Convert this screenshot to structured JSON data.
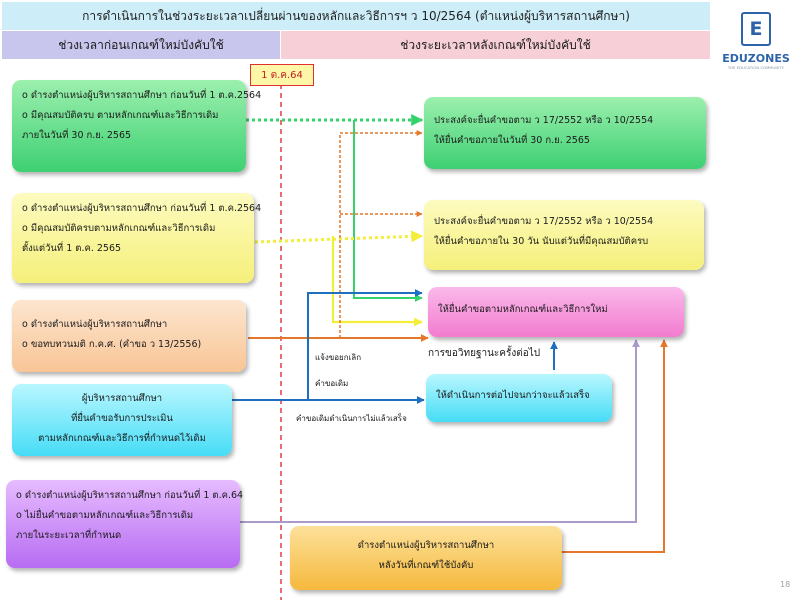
{
  "title": "การดำเนินการในช่วงระยะเวลาเปลี่ยนผ่านของหลักและวิธีการฯ ว 10/2564 (ตำแหน่งผู้บริหารสถานศึกษา)",
  "header": {
    "before": "ช่วงเวลาก่อนเกณฑ์ใหม่บังคับใช้",
    "after": "ช่วงระยะเวลาหลังเกณฑ์ใหม่บังคับใช้"
  },
  "logo": {
    "letter": "E",
    "name": "EDUZONES",
    "tagline": "THE EDUCATION COMMUNITY"
  },
  "date_tag": "1 ต.ค.64",
  "left_boxes": {
    "green": [
      "o ดำรงตำแหน่งผู้บริหารสถานศึกษา ก่อนวันที่ 1 ต.ค.2564",
      "o มีคุณสมบัติครบ ตามหลักเกณฑ์และวิธีการเดิม",
      "ภายในวันที่ 30 ก.ย. 2565"
    ],
    "yellow": [
      "o ดำรงตำแหน่งผู้บริหารสถานศึกษา ก่อนวันที่ 1 ต.ค.2564",
      "o มีคุณสมบัติครบตามหลักเกณฑ์และวิธีการเดิม",
      "ตั้งแต่วันที่ 1 ต.ค. 2565"
    ],
    "peach": [
      "o ดำรงตำแหน่งผู้บริหารสถานศึกษา",
      "o ขอทบทวนมติ ก.ค.ศ. (คำขอ ว 13/2556)"
    ],
    "cyan": [
      "ผู้บริหารสถานศึกษา",
      "ที่ยื่นคำขอรับการประเมิน",
      "ตามหลักเกณฑ์และวิธีการที่กำหนดไว้เดิม"
    ],
    "purple": [
      "o ดำรงตำแหน่งผู้บริหารสถานศึกษา ก่อนวันที่ 1 ต.ค.64",
      "o ไม่ยื่นคำขอตามหลักเกณฑ์และวิธีการเดิม",
      "ภายในระยะเวลาที่กำหนด"
    ]
  },
  "right_boxes": {
    "green": [
      "ประสงค์จะยื่นคำขอตาม ว 17/2552  หรือ ว 10/2554",
      "ให้ยื่นคำขอภายในวันที่  30 ก.ย. 2565"
    ],
    "yellow": [
      "ประสงค์จะยื่นคำขอตาม ว 17/2552  หรือ ว 10/2554",
      "ให้ยื่นคำขอภายใน  30 วัน นับแต่วันที่มีคุณสมบัติครบ"
    ],
    "pink": "ให้ยื่นคำขอตามหลักเกณฑ์และวิธีการใหม่",
    "cyan": "ให้ดำเนินการต่อไปจนกว่าจะแล้วเสร็จ",
    "orange": [
      "ดำรงตำแหน่งผู้บริหารสถานศึกษา",
      "หลังวันที่เกณฑ์ใช้บังคับ"
    ]
  },
  "labels": {
    "cancel_notice": "แจ้งขอยกเลิก",
    "old_request": "คำขอเดิม",
    "unfinished": "คำขอเดิมดำเนินการไม่แล้วเสร็จ",
    "next_request": "การขอวิทยฐานะครั้งต่อไป"
  },
  "page_number": "18",
  "colors": {
    "green_arrow": "#36d26c",
    "yellow_arrow": "#f3ee3a",
    "orange_arrow": "#e4772a",
    "blue_arrow": "#1f6fbf",
    "purple_arrow": "#a99ac9",
    "divider": "#e02020"
  }
}
